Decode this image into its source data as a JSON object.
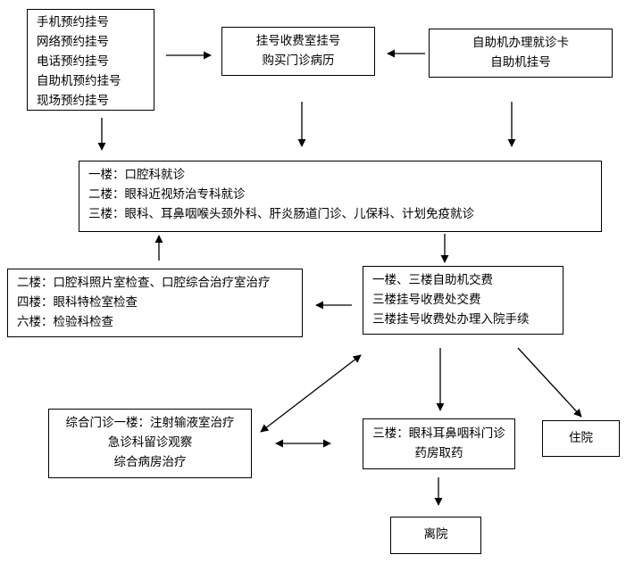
{
  "boxes": {
    "registration_methods": {
      "lines": [
        "手机预约挂号",
        "网络预约挂号",
        "电话预约挂号",
        "自助机预约挂号",
        "现场预约挂号"
      ]
    },
    "registration_office": {
      "lines": [
        "挂号收费室挂号",
        "购买门诊病历"
      ]
    },
    "self_service_card": {
      "lines": [
        "自助机办理就诊卡",
        "自助机挂号"
      ]
    },
    "consultation_floors": {
      "lines": [
        "一楼：口腔科就诊",
        "二楼：眼科近视矫治专科就诊",
        "三楼：眼科、耳鼻咽喉头颈外科、肝炎肠道门诊、儿保科、计划免疫就诊"
      ]
    },
    "examination_floors": {
      "lines": [
        "二楼：口腔科照片室检查、口腔综合治疗室治疗",
        "四楼：眼科特检室检查",
        "六楼：检验科检查"
      ]
    },
    "payment": {
      "lines": [
        "一楼、三楼自助机交费",
        "三楼挂号收费处交费",
        "三楼挂号收费处办理入院手续"
      ]
    },
    "treatment": {
      "lines": [
        "综合门诊一楼：注射输液室治疗",
        "急诊科留诊观察",
        "综合病房治疗"
      ]
    },
    "pharmacy": {
      "lines": [
        "三楼：眼科耳鼻咽科门诊",
        "药房取药"
      ]
    },
    "hospitalization": {
      "lines": [
        "住院"
      ]
    },
    "discharge": {
      "lines": [
        "离院"
      ]
    }
  },
  "colors": {
    "line": "#000000",
    "background": "#ffffff"
  }
}
